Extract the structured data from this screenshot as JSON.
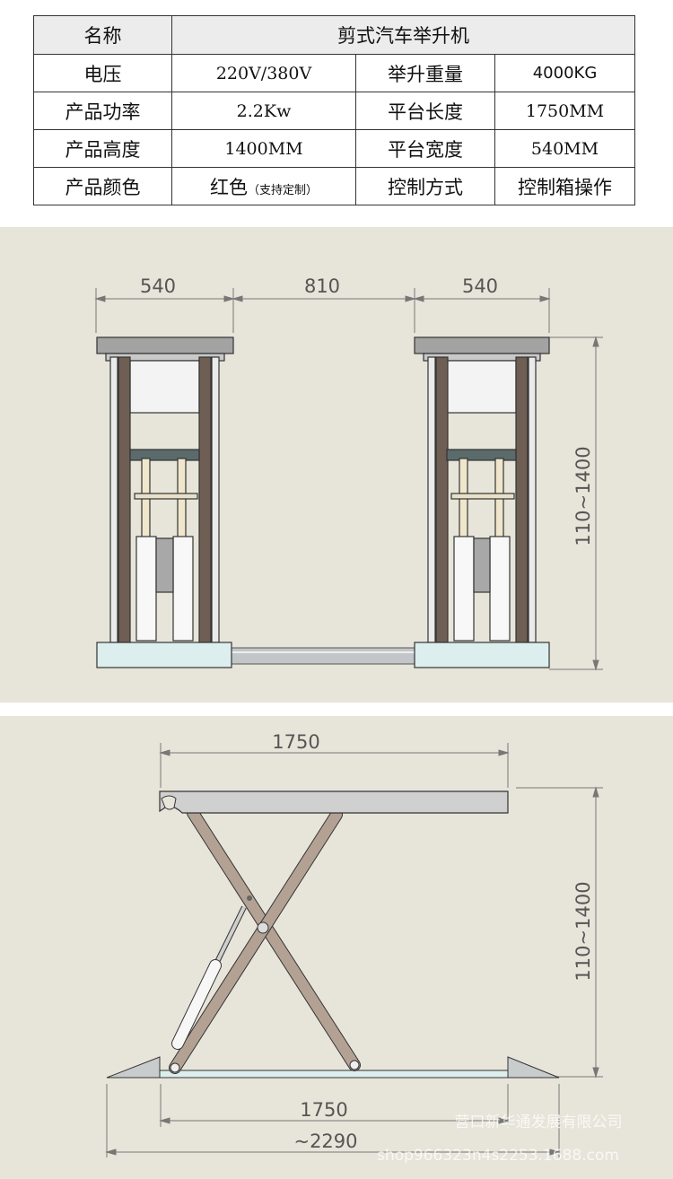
{
  "spec_table": {
    "header": {
      "label": "名称",
      "value": "剪式汽车举升机"
    },
    "rows": [
      {
        "l1": "电压",
        "v1": "220V/380V",
        "l2": "举升重量",
        "v2": "4000KG"
      },
      {
        "l1": "产品功率",
        "v1": "2.2Kw",
        "l2": "平台长度",
        "v2": "1750MM"
      },
      {
        "l1": "产品高度",
        "v1": "1400MM",
        "l2": "平台宽度",
        "v2": "540MM"
      },
      {
        "l1": "产品颜色",
        "v1": "红色",
        "v1_note": "（支持定制）",
        "l2": "控制方式",
        "v2": "控制箱操作"
      }
    ]
  },
  "front_view": {
    "dims": {
      "left_width": "540",
      "gap": "810",
      "right_width": "540",
      "height": "110~1400"
    }
  },
  "side_view": {
    "dims": {
      "top_length": "1750",
      "height": "110~1400",
      "base_length": "1750",
      "overall_length": "~2290"
    }
  },
  "watermark": {
    "line1": "营口新华通发展有限公司",
    "line2": "shop966323n4s2253.1688.com"
  },
  "colors": {
    "drawing_bg": "#e7e5d9",
    "scissor_arm": "#b3a294",
    "deck": "#d0d0d0",
    "base_plate": "#dcefee"
  }
}
